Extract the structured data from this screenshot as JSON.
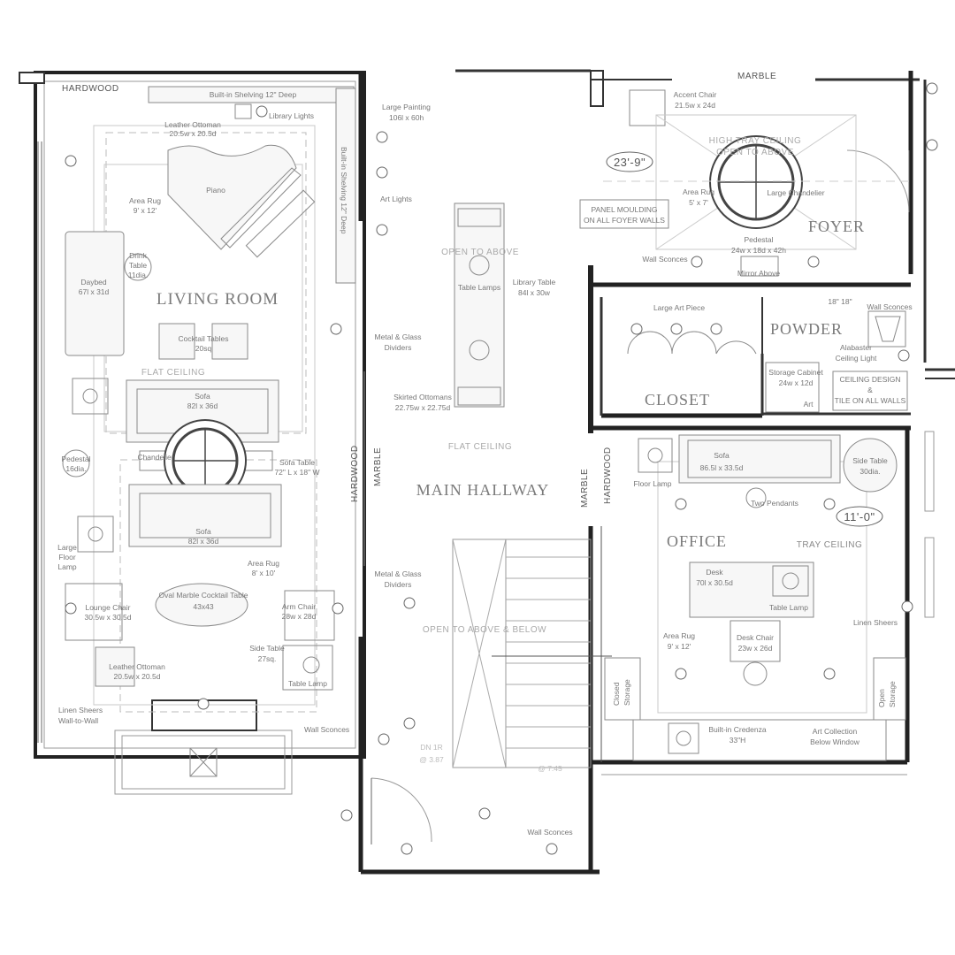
{
  "rooms": {
    "living_room": "LIVING ROOM",
    "foyer": "FOYER",
    "powder": "POWDER",
    "closet": "CLOSET",
    "main_hallway": "MAIN HALLWAY",
    "office": "OFFICE"
  },
  "flooring": {
    "hardwood_top": "HARDWOOD",
    "marble_top": "MARBLE",
    "hardwood_mid_left": "HARDWOOD",
    "marble_mid_left": "MARBLE",
    "marble_mid_right": "MARBLE",
    "hardwood_mid_right": "HARDWOOD"
  },
  "ceilings": {
    "living_flat": "FLAT CEILING",
    "hall_flat": "FLAT CEILING",
    "open_above": "OPEN TO ABOVE",
    "open_above_below": "OPEN TO ABOVE & BELOW",
    "office_tray": "TRAY CEILING",
    "foyer_high": "HIGH TRAY CEILING",
    "foyer_high_2": "OPEN TO ABOVE"
  },
  "dimensions": {
    "foyer": "23'-9\"",
    "office": "11'-0\"",
    "stairs_up": "DN 1R",
    "stairs_up_elev": "@ 3.87",
    "stairs_down_elev": "@ 7.45"
  },
  "living": {
    "shelving_top": "Built-in Shelving 12\" Deep",
    "shelving_side": "Built-in Shelving 12\" Deep",
    "leather_ottoman_top": [
      "Leather Ottoman",
      "20.5w x 20.5d"
    ],
    "library_lights": "Library Lights",
    "piano": "Piano",
    "area_rug_top": [
      "Area Rug",
      "9' x 12'"
    ],
    "daybed": [
      "Daybed",
      "67l x 31d"
    ],
    "drink_table": [
      "Drink",
      "Table",
      "11dia."
    ],
    "cocktail_tables": [
      "Cocktail Tables",
      "20sq"
    ],
    "sofa_top": [
      "Sofa",
      "82l x 36d"
    ],
    "chandelier": "Chandelier",
    "sofa_table": [
      "Sofa Table",
      "72\" L x 18\" W"
    ],
    "pedestal": [
      "Pedestal",
      "16dia."
    ],
    "sofa_bottom": [
      "Sofa",
      "82l x 36d"
    ],
    "large_floor_lamp": [
      "Large",
      "Floor",
      "Lamp"
    ],
    "area_rug_bottom": [
      "Area Rug",
      "8' x 10'"
    ],
    "oval_table": [
      "Oval Marble Cocktail Table",
      "43x43"
    ],
    "lounge_chair": [
      "Lounge Chair",
      "30.5w x 30.5d"
    ],
    "arm_chair": [
      "Arm Chair",
      "28w x 28d"
    ],
    "side_table": [
      "Side Table",
      "27sq."
    ],
    "leather_ottoman_bottom": [
      "Leather Ottoman",
      "20.5w x 20.5d"
    ],
    "table_lamp": "Table Lamp",
    "linen_sheers": [
      "Linen Sheers",
      "Wall-to-Wall"
    ],
    "wall_sconces": "Wall Sconces"
  },
  "hall": {
    "large_painting": [
      "Large Painting",
      "106l x 60h"
    ],
    "art_lights": "Art Lights",
    "table_lamps": "Table Lamps",
    "library_table": [
      "Library Table",
      "84l x 30w"
    ],
    "dividers_top": [
      "Metal & Glass",
      "Dividers"
    ],
    "skirted_ottomans": [
      "Skirted Ottomans",
      "22.75w x 22.75d"
    ],
    "dividers_bottom": [
      "Metal & Glass",
      "Dividers"
    ],
    "wall_sconces": "Wall Sconces"
  },
  "foyer": {
    "accent_chair": [
      "Accent Chair",
      "21.5w x 24d"
    ],
    "area_rug": [
      "Area Rug",
      "5' x 7'"
    ],
    "large_chandelier": "Large Chandelier",
    "panel_moulding": [
      "PANEL MOULDING",
      "ON ALL FOYER WALLS"
    ],
    "pedestal": [
      "Pedestal",
      "24w x 18d x 42h"
    ],
    "wall_sconces": "Wall Sconces",
    "mirror_above": "Mirror Above"
  },
  "powder": {
    "large_art_piece": "Large Art Piece",
    "wall_sconces": "Wall Sconces",
    "alabaster": [
      "Alabaster",
      "Ceiling Light"
    ],
    "storage_cabinet": [
      "Storage Cabinet",
      "24w x 12d"
    ],
    "ceiling_design": [
      "CEILING DESIGN",
      "&",
      "TILE ON ALL WALLS"
    ],
    "art": "Art",
    "dim": "18\" 18\""
  },
  "office": {
    "floor_lamp": "Floor Lamp",
    "sofa": [
      "Sofa",
      "86.5l x 33.5d"
    ],
    "side_table": [
      "Side Table",
      "30dia."
    ],
    "two_pendants": "Two Pendants",
    "desk": [
      "Desk",
      "70l x 30.5d"
    ],
    "table_lamp": "Table Lamp",
    "area_rug": [
      "Area Rug",
      "9' x 12'"
    ],
    "desk_chair": [
      "Desk Chair",
      "23w x 26d"
    ],
    "closed_storage": [
      "Closed",
      "Storage"
    ],
    "open_storage": [
      "Open",
      "Storage"
    ],
    "linen_sheers": "Linen Sheers",
    "credenza": [
      "Built-in Credenza",
      "33\"H"
    ],
    "art_collection": [
      "Art Collection",
      "Below Window"
    ]
  }
}
